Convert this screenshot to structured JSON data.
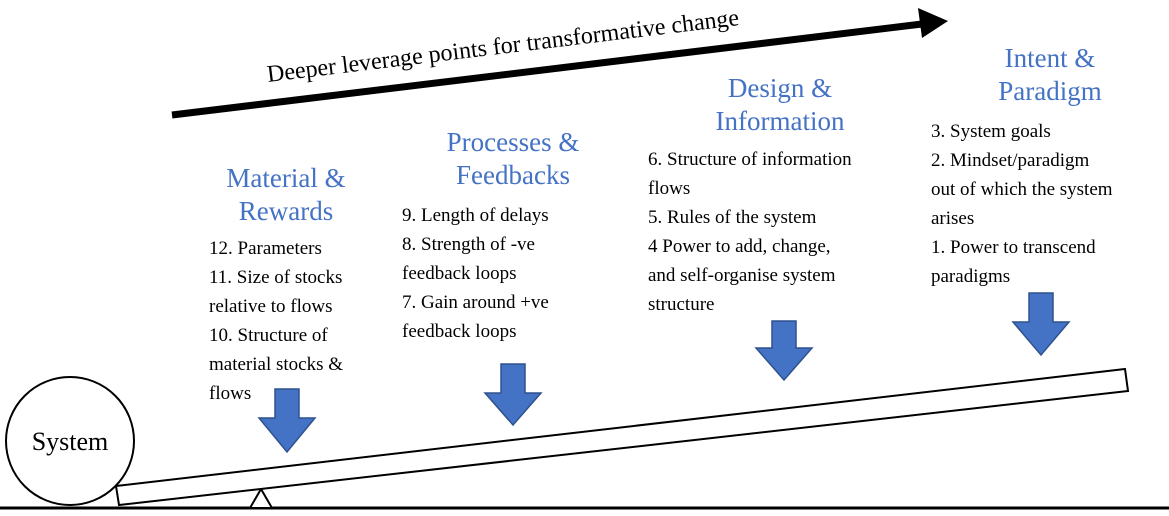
{
  "top_arrow_label": "Deeper leverage points for transformative change",
  "system_label": "System",
  "colors": {
    "heading": "#4472C4",
    "arrow_fill": "#4472C4",
    "arrow_stroke": "#2F528F",
    "line": "#000000"
  },
  "groups": [
    {
      "heading": [
        "Material &",
        "Rewards"
      ],
      "items": [
        "12. Parameters",
        "11. Size of stocks\nrelative to flows",
        "10. Structure of\nmaterial stocks &\nflows"
      ]
    },
    {
      "heading": [
        "Processes &",
        "Feedbacks"
      ],
      "items": [
        "9. Length of delays",
        "8. Strength of -ve\nfeedback loops",
        "7. Gain around +ve\nfeedback loops"
      ]
    },
    {
      "heading": [
        "Design &",
        "Information"
      ],
      "items": [
        "6. Structure of information\nflows",
        "5. Rules of the system",
        "4 Power to add, change,\nand self-organise system\nstructure"
      ]
    },
    {
      "heading": [
        "Intent &",
        "Paradigm"
      ],
      "items": [
        "3. System goals",
        "2. Mindset/paradigm\nout of which the system\narises",
        "1. Power to transcend\nparadigms"
      ]
    }
  ]
}
